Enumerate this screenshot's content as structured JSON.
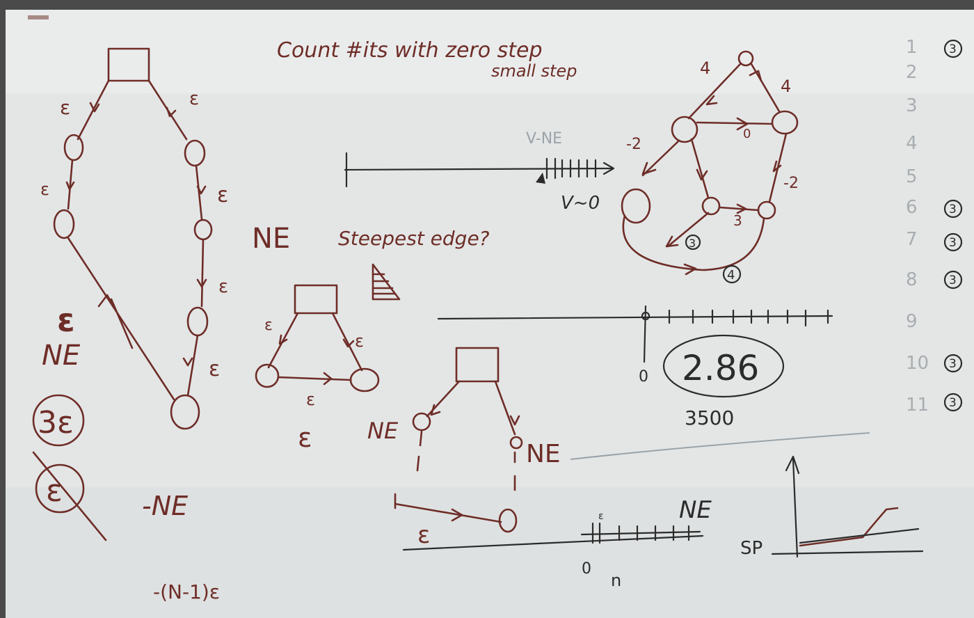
{
  "title_line1": "Count #its with zero step",
  "title_line2": "small step",
  "left": {
    "eps_a": "ε",
    "eps_b": "ε",
    "eps_c": "ε",
    "eps_d": "ε",
    "eps_e": "ε",
    "eps_f": "ε",
    "eps_big": "ε",
    "ne_big": "NE",
    "three_eps": "3ε",
    "eps_crossed": "ε",
    "neg_ne": "-NE",
    "neg_n1_eps": "-(N-1)ε"
  },
  "middle": {
    "v_ne": "V-NE",
    "v_0": "V~0",
    "ne": "NE",
    "steepest": "Steepest edge?",
    "tri_eps1": "ε",
    "tri_eps2": "ε",
    "tri_eps3": "ε",
    "tri_eps_below": "ε",
    "ne_left": "NE",
    "ne_right": "NE",
    "eps_bottom": "ε"
  },
  "graph": {
    "w_top_left": "4",
    "w_top_right": "4",
    "w_mid": "0",
    "w_left": "-2",
    "w_right": "-2",
    "w_bottom": "3",
    "circle_3": "3",
    "circle_4": "4"
  },
  "numberline": {
    "zero": "0",
    "value": "2.86",
    "count": "3500"
  },
  "bottom": {
    "eps_tick": "ε",
    "zero": "0",
    "n": "n",
    "ne": "NE",
    "sp": "SP"
  },
  "right_list": {
    "numbers": [
      "1",
      "2",
      "3",
      "4",
      "5",
      "6",
      "7",
      "8",
      "9",
      "10",
      "11"
    ],
    "marks": [
      "3",
      "3",
      "3",
      "3",
      "3",
      "3"
    ]
  }
}
